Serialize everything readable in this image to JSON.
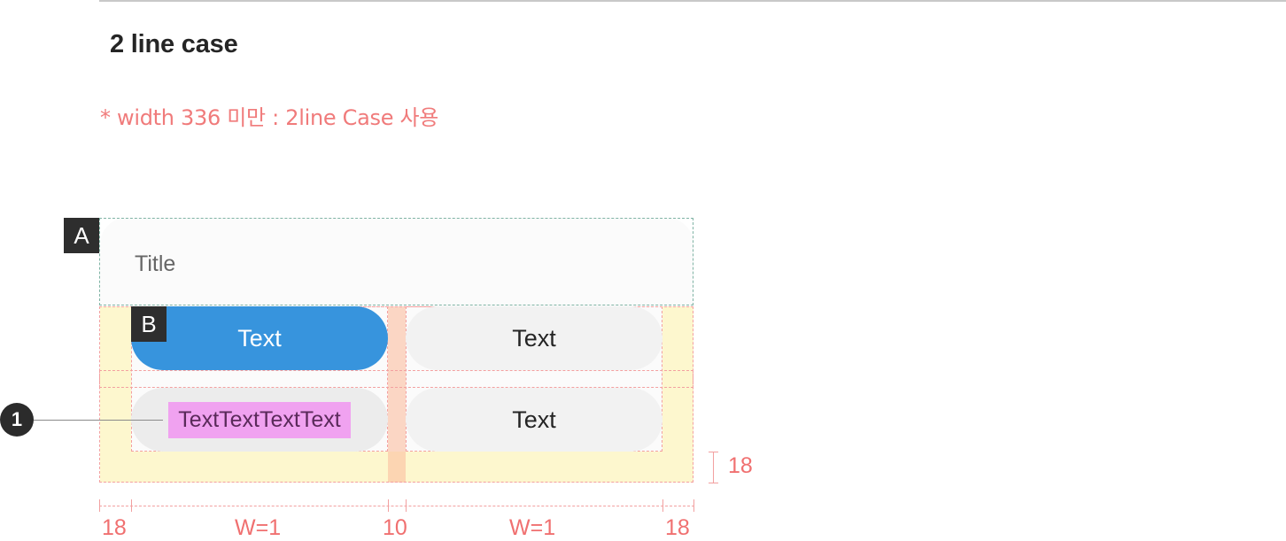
{
  "section": {
    "heading": "2 line case",
    "note": "* width 336 미만 : 2line Case 사용"
  },
  "dialog": {
    "title": "Title",
    "buttons": [
      {
        "label": "Text",
        "style": "primary"
      },
      {
        "label": "Text",
        "style": "secondary"
      },
      {
        "label": "TextTextTextText",
        "style": "pressed"
      },
      {
        "label": "Text",
        "style": "secondary"
      }
    ]
  },
  "badges": {
    "a": "A",
    "b": "B",
    "callout": "1"
  },
  "dimensions": {
    "bottom_padding": "18",
    "left_padding": "18",
    "button_width_1": "W=1",
    "gap": "10",
    "button_width_2": "W=1",
    "right_padding": "18"
  },
  "colors": {
    "primary": "#3794dd",
    "secondary": "#f2f2f2",
    "annotation": "#f07070",
    "highlight": "#f0a2f0"
  }
}
